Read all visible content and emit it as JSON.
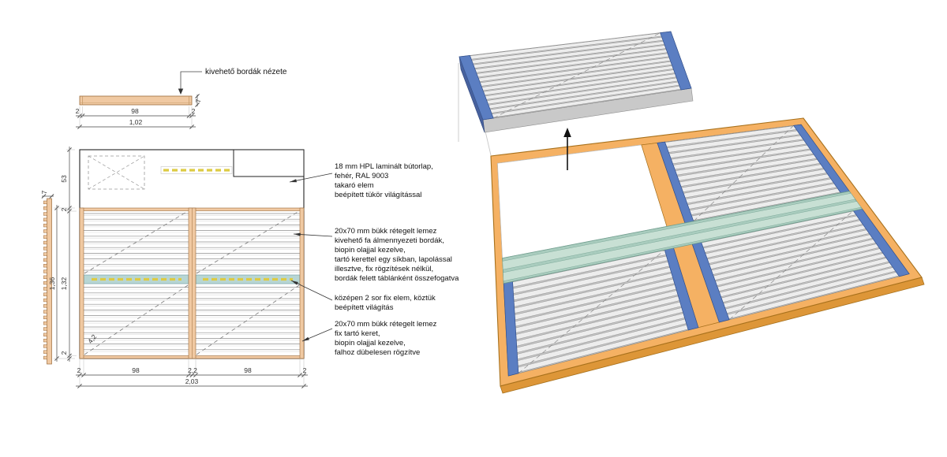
{
  "colors": {
    "frame_orange": "#f5b163",
    "frame_stroke": "#a8711c",
    "rail_blue": "#5b7ec2",
    "rail_stroke": "#32518f",
    "teal": "#a9ccbe",
    "teal_stroke": "#6f9e8e",
    "teal_2d": "#b7d6d4",
    "wood_tan": "#f0c9a2",
    "wood_stroke": "#9c6b3a",
    "lighting_yellow": "#ddcb43"
  },
  "labels": {
    "detail_view_title": "kivehető bordák nézete"
  },
  "dimensions": {
    "detail": {
      "cap_left": "2",
      "span": "98",
      "cap_right": "2",
      "total": "1,02",
      "thickness": "7"
    },
    "left": {
      "cover_height": "53",
      "rail_top": "2",
      "inner_height": "1,32",
      "total_height": "1,36",
      "rail_bottom": "2",
      "slat_depth": "7",
      "diagonal": "4,2"
    },
    "bottom": {
      "seg1": "2",
      "seg2": "98",
      "seg3": "2,2",
      "seg4": "98",
      "seg5": "2",
      "total": "2,03"
    }
  },
  "notes": [
    {
      "lines": [
        "18 mm HPL laminált bútorlap,",
        "fehér, RAL 9003",
        "takaró elem",
        "beépített tükör világítással"
      ]
    },
    {
      "lines": [
        "20x70 mm bükk rétegelt lemez",
        "kivehető fa álmennyezeti bordák,",
        "biopin olajjal kezelve,",
        "tartó kerettel egy síkban, lapolással",
        "illesztve, fix rögzítések nélkül,",
        "bordák felett táblánként összefogatva"
      ]
    },
    {
      "lines": [
        "középen 2 sor fix elem, köztük",
        "beépített világítás"
      ]
    },
    {
      "lines": [
        "20x70 mm bükk rétegelt lemez",
        "fix tartó keret,",
        "biopin olajjal kezelve,",
        "falhoz dübelesen rögzítve"
      ]
    }
  ]
}
